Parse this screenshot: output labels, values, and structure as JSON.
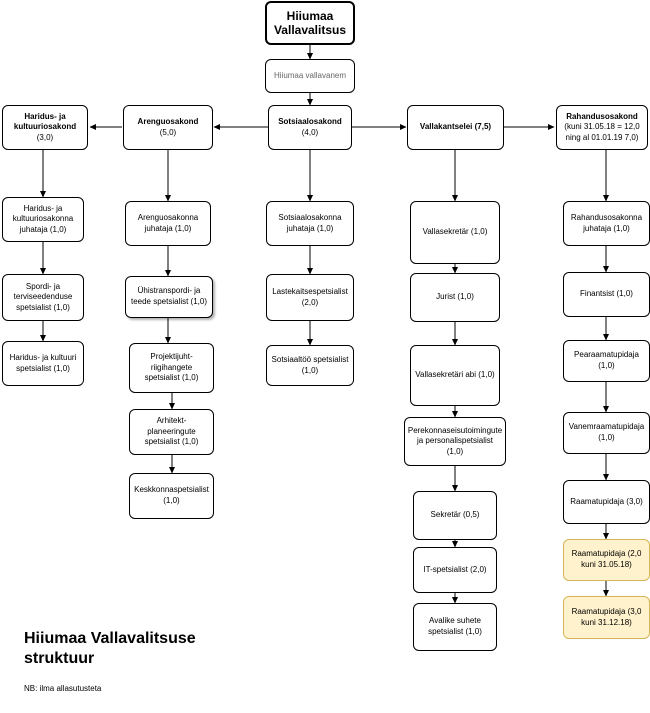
{
  "nodes": {
    "root": {
      "lines": [
        "Hiiumaa",
        "Vallavalitsus"
      ]
    },
    "vallavanem": {
      "lines": [
        "Hiiumaa vallavanem"
      ]
    },
    "haridus": {
      "lines": [
        "Haridus- ja",
        "kultuuriosakond",
        "(3,0)"
      ]
    },
    "arengu": {
      "lines": [
        "Arenguosakond",
        "(5,0)"
      ]
    },
    "sotsiaal": {
      "lines": [
        "Sotsiaalosakond",
        "(4,0)"
      ]
    },
    "kantselei": {
      "lines": [
        "Vallakantselei (7,5)"
      ]
    },
    "rahandus": {
      "lines": [
        "Rahandusosakond",
        "(kuni 31.05.18 = 12,0",
        "ning al 01.01.19 7,0)"
      ]
    },
    "h1": {
      "lines": [
        "Haridus- ja",
        "kultuuriosakonna",
        "juhataja (1,0)"
      ]
    },
    "h2": {
      "lines": [
        "Spordi- ja",
        "terviseedenduse",
        "spetsialist (1,0)"
      ]
    },
    "h3": {
      "lines": [
        "Haridus- ja kultuuri",
        "spetsialist (1,0)"
      ]
    },
    "a1": {
      "lines": [
        "Arenguosakonna",
        "juhataja (1,0)"
      ]
    },
    "a2": {
      "lines": [
        "Ühistranspordi- ja",
        "teede spetsialist (1,0)"
      ]
    },
    "a3": {
      "lines": [
        "Projektijuht-",
        "riigihangete",
        "spetsialist (1,0)"
      ]
    },
    "a4": {
      "lines": [
        "Arhitekt-",
        "planeeringute",
        "spetsialist (1,0)"
      ]
    },
    "a5": {
      "lines": [
        "Keskkonnaspetsialist",
        "(1,0)"
      ]
    },
    "s1": {
      "lines": [
        "Sotsiaalosakonna",
        "juhataja (1,0)"
      ]
    },
    "s2": {
      "lines": [
        "Lastekaitsespetsialist",
        "(2,0)"
      ]
    },
    "s3": {
      "lines": [
        "Sotsiaaltöö spetsialist",
        "(1,0)"
      ]
    },
    "k1": {
      "lines": [
        "Vallasekretär (1,0)"
      ]
    },
    "k2": {
      "lines": [
        "Jurist (1,0)"
      ]
    },
    "k3": {
      "lines": [
        "Vallasekretäri abi (1,0)"
      ]
    },
    "k4": {
      "lines": [
        "Perekonnaseisutoimingute",
        "ja personalispetsialist (1,0)"
      ]
    },
    "k5": {
      "lines": [
        "Sekretär (0,5)"
      ]
    },
    "k6": {
      "lines": [
        "IT-spetsialist (2,0)"
      ]
    },
    "k7": {
      "lines": [
        "Avalike suhete",
        "spetsialist (1,0)"
      ]
    },
    "r1": {
      "lines": [
        "Rahandusosakonna",
        "juhataja (1,0)"
      ]
    },
    "r2": {
      "lines": [
        "Finantsist (1,0)"
      ]
    },
    "r3": {
      "lines": [
        "Pearaamatupidaja",
        "(1,0)"
      ]
    },
    "r4": {
      "lines": [
        "Vanemraamatupidaja",
        "(1,0)"
      ]
    },
    "r5": {
      "lines": [
        "Raamatupidaja (3,0)"
      ]
    },
    "r6": {
      "lines": [
        "Raamatupidaja (2,0",
        "kuni 31.05.18)"
      ]
    },
    "r7": {
      "lines": [
        "Raamatupidaja (3,0",
        "kuni 31.12.18)"
      ]
    }
  },
  "title": [
    "Hiiumaa Vallavalitsuse",
    "struktuur"
  ],
  "note": "NB: ilma allasutusteta",
  "colors": {
    "highlight_fill": "#fff2cc",
    "highlight_border": "#d6b656",
    "line": "#000000"
  }
}
